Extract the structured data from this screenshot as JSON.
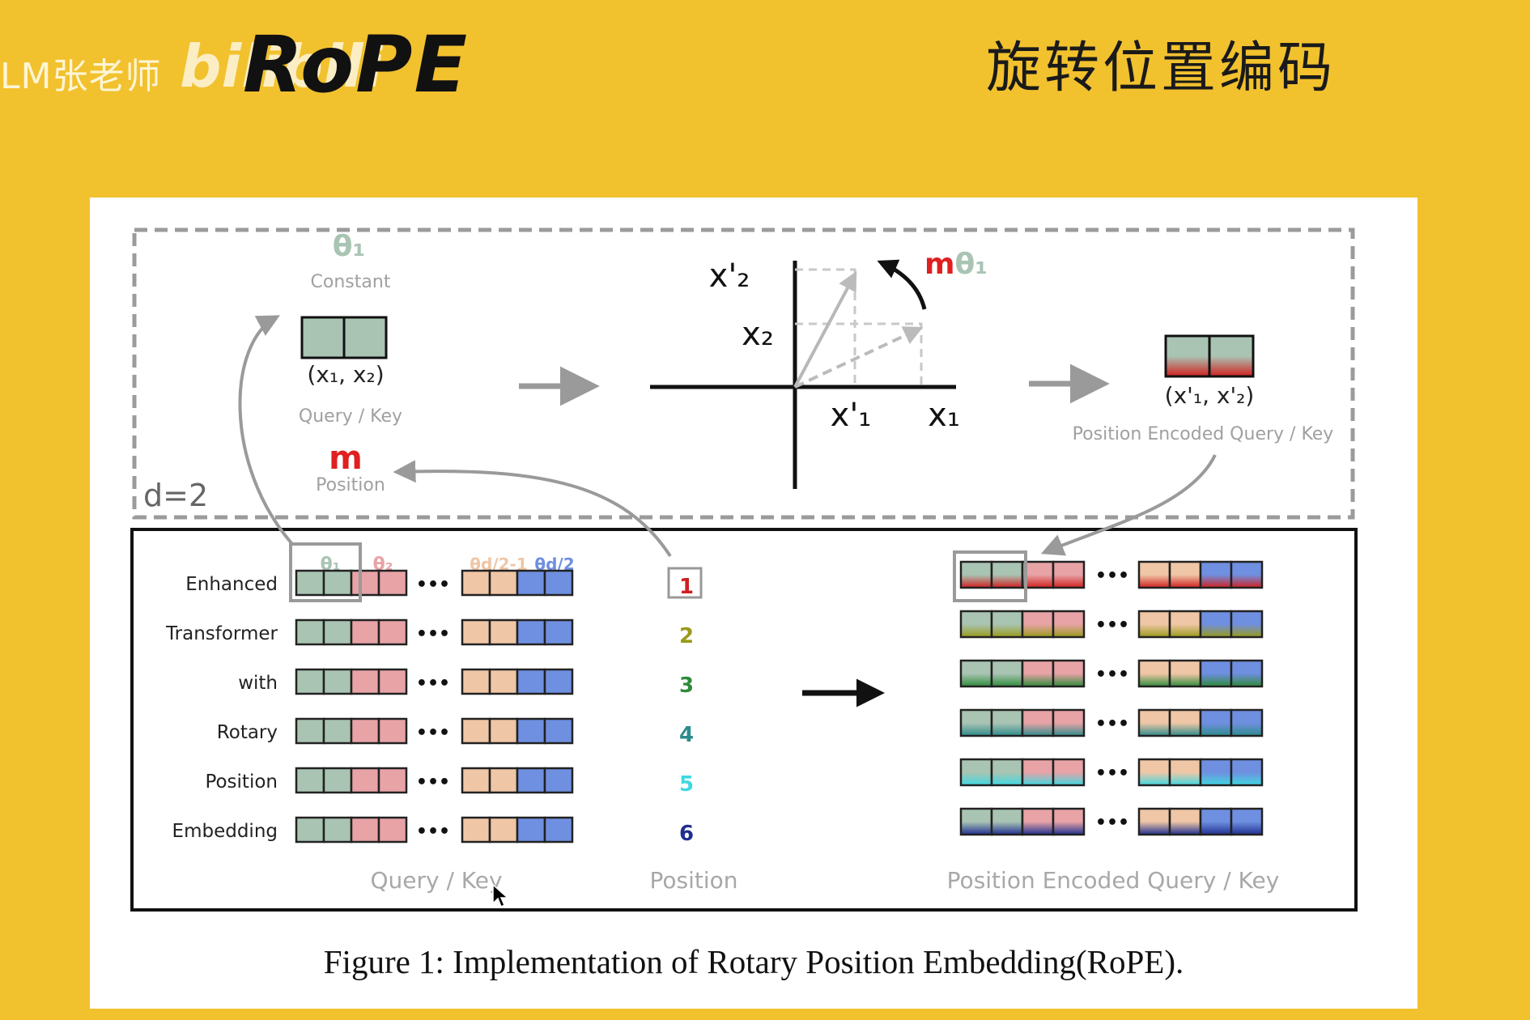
{
  "header": {
    "watermark_user": "LM张老师",
    "watermark_logo": "bilibili",
    "title": "RoPE",
    "subtitle": "旋转位置编码"
  },
  "figure": {
    "top": {
      "theta1": "θ₁",
      "constant_label": "Constant",
      "pair_label": "(x₁, x₂)",
      "query_key_label": "Query / Key",
      "m_label": "m",
      "position_label": "Position",
      "d_label": "d=2",
      "axis_x2_prime": "x'₂",
      "axis_x2": "x₂",
      "axis_x1_prime": "x'₁",
      "axis_x1": "x₁",
      "m_theta_m": "m",
      "m_theta_theta": "θ₁",
      "encoded_pair_label": "(x'₁, x'₂)",
      "encoded_label": "Position Encoded Query / Key"
    },
    "bottom": {
      "theta_headers": [
        "θ₁",
        "θ₂",
        "θd/2-1",
        "θd/2"
      ],
      "rows": [
        {
          "word": "Enhanced",
          "pos": "1"
        },
        {
          "word": "Transformer",
          "pos": "2"
        },
        {
          "word": "with",
          "pos": "3"
        },
        {
          "word": "Rotary",
          "pos": "4"
        },
        {
          "word": "Position",
          "pos": "5"
        },
        {
          "word": "Embedding",
          "pos": "6"
        }
      ],
      "ellipsis": "•••",
      "query_key_label": "Query / Key",
      "position_label": "Position",
      "encoded_label": "Position Encoded Query / Key"
    },
    "caption": "Figure 1: Implementation of Rotary Position Embedding(RoPE).",
    "colors": {
      "green": "#A9C4B3",
      "pink": "#E7A3A6",
      "peach": "#EFC6A6",
      "blue": "#6F8FE0",
      "red": "#E02020",
      "gray": "#A8A8A8",
      "position_colors": [
        "#D01F1F",
        "#9A9A1A",
        "#2E8B3A",
        "#2E8B8B",
        "#3FD8E0",
        "#1F2F8F"
      ]
    }
  }
}
